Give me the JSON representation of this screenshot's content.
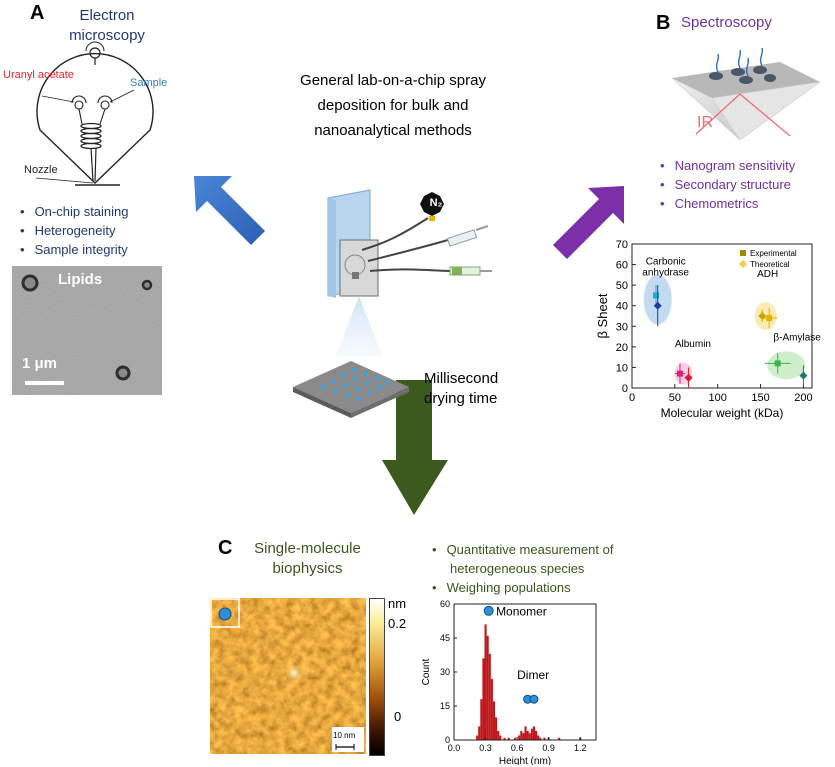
{
  "center": {
    "heading": "General lab-on-a-chip spray deposition for bulk and nanoanalytical methods",
    "drying_label": "Millisecond drying time",
    "n2_label": "N₂"
  },
  "panel_a": {
    "letter": "A",
    "title": "Electron microscopy",
    "labels": {
      "uranyl": "Uranyl acetate",
      "sample": "Sample",
      "nozzle": "Nozzle"
    },
    "bullets": [
      "On-chip staining",
      "Heterogeneity",
      "Sample integrity"
    ],
    "image_title": "Lipids",
    "scale_label": "1 μm",
    "colors": {
      "title": "#1f3a6e",
      "uranyl": "#e0262b",
      "sample": "#2f7fbf",
      "bullets": "#1f3a6e"
    }
  },
  "panel_b": {
    "letter": "B",
    "title": "Spectroscopy",
    "ir_label": "IR",
    "bullets": [
      "Nanogram sensitivity",
      "Secondary structure",
      "Chemometrics"
    ],
    "colors": {
      "text": "#7030a0",
      "ir": "#f26b6b",
      "arrow": "#7b2fa8"
    }
  },
  "panel_c": {
    "letter": "C",
    "title": "Single-molecule biophysics",
    "bullets": [
      "Quantitative measurement of heterogeneous species",
      "Weighing populations"
    ],
    "colorbar_unit": "nm",
    "colorbar_ticks": [
      "0.2",
      "0"
    ],
    "afm_scale_label": "10 nm",
    "colors": {
      "text": "#38571a",
      "arrow": "#3d5a1e"
    }
  },
  "chart_data": [
    {
      "type": "scatter",
      "xlabel": "Molecular weight (kDa)",
      "ylabel": "β Sheet",
      "xlim": [
        0,
        210
      ],
      "ylim": [
        0,
        70
      ],
      "xticks": [
        0,
        50,
        100,
        150,
        200
      ],
      "yticks": [
        0,
        10,
        20,
        30,
        40,
        50,
        60,
        70
      ],
      "legend": [
        "Experimental",
        "Theoretical"
      ],
      "legend_position": "top-right",
      "groups": [
        {
          "label": "Carbonic anhydrase",
          "color": "#2aa6d8",
          "experimental": {
            "x": 28,
            "y": 45,
            "yerr": 5
          },
          "theoretical": {
            "x": 30,
            "y": 40,
            "yerr": 10
          }
        },
        {
          "label": "ADH",
          "color": "#e5b400",
          "experimental": {
            "x": 160,
            "y": 34,
            "xerr": 10,
            "yerr": 5
          },
          "theoretical": {
            "x": 152,
            "y": 35,
            "yerr": 3
          }
        },
        {
          "label": "Albumin",
          "color": "#e0207a",
          "experimental": {
            "x": 56,
            "y": 7,
            "xerr": 6,
            "yerr": 5
          },
          "theoretical": {
            "x": 66,
            "y": 5,
            "yerr": 5
          }
        },
        {
          "label": "β-Amylase",
          "color": "#3cb44b",
          "experimental": {
            "x": 170,
            "y": 12,
            "xerr": 15,
            "yerr": 5
          },
          "theoretical": {
            "x": 200,
            "y": 6,
            "yerr": 5
          }
        }
      ]
    },
    {
      "type": "bar",
      "xlabel": "Height (nm)",
      "ylabel": "Count",
      "xlim": [
        0,
        1.35
      ],
      "ylim": [
        0,
        60
      ],
      "xticks": [
        0.0,
        0.3,
        0.6,
        0.9,
        1.2
      ],
      "yticks": [
        0,
        15,
        30,
        45,
        60
      ],
      "bin_width": 0.02,
      "bins": [
        {
          "x": 0.22,
          "y": 2
        },
        {
          "x": 0.24,
          "y": 6
        },
        {
          "x": 0.26,
          "y": 18
        },
        {
          "x": 0.28,
          "y": 36
        },
        {
          "x": 0.3,
          "y": 51
        },
        {
          "x": 0.32,
          "y": 46
        },
        {
          "x": 0.34,
          "y": 38
        },
        {
          "x": 0.36,
          "y": 27
        },
        {
          "x": 0.38,
          "y": 17
        },
        {
          "x": 0.4,
          "y": 10
        },
        {
          "x": 0.42,
          "y": 4
        },
        {
          "x": 0.44,
          "y": 2
        },
        {
          "x": 0.48,
          "y": 1
        },
        {
          "x": 0.52,
          "y": 1
        },
        {
          "x": 0.58,
          "y": 1
        },
        {
          "x": 0.62,
          "y": 2
        },
        {
          "x": 0.64,
          "y": 4
        },
        {
          "x": 0.66,
          "y": 3
        },
        {
          "x": 0.68,
          "y": 6
        },
        {
          "x": 0.7,
          "y": 4
        },
        {
          "x": 0.72,
          "y": 3
        },
        {
          "x": 0.74,
          "y": 5
        },
        {
          "x": 0.76,
          "y": 6
        },
        {
          "x": 0.78,
          "y": 4
        },
        {
          "x": 0.8,
          "y": 2
        },
        {
          "x": 0.82,
          "y": 1
        },
        {
          "x": 0.86,
          "y": 1
        },
        {
          "x": 0.9,
          "y": 1
        },
        {
          "x": 1.0,
          "y": 1
        },
        {
          "x": 1.2,
          "y": 1
        }
      ],
      "annotations": [
        "Monomer",
        "Dimer"
      ],
      "color": "#c0171b"
    }
  ]
}
